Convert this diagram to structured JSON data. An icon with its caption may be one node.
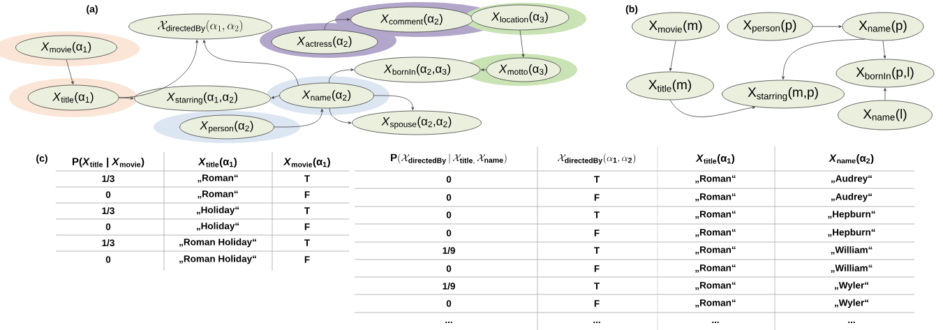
{
  "diagram": {
    "nodes": [
      {
        "text": [
          "*X*$_{movie}$(α$_{1}$)"
        ]
      },
      {
        "text": [
          "*X*$_{title}$(α$_{1}$)"
        ]
      },
      {
        "text": [
          "\\mathcal{X}_{\\mathrm{directedBy}}(\\alpha_{1},\\alpha_{2})"
        ]
      },
      {
        "text": [
          "*X*$_{starring}$(α$_{1}$,α$_{2}$)"
        ]
      },
      {
        "text": [
          "*X*$_{person}$(α$_{2}$)"
        ]
      },
      {
        "text": [
          "*X*$_{actress}$(α$_{2}$)"
        ]
      },
      {
        "text": [
          "*X*$_{comment}$(α$_{2}$)"
        ]
      },
      {
        "text": [
          "*X*$_{location}$(α$_{3}$)"
        ]
      },
      {
        "text": [
          "*X*$_{motto}$(α$_{3}$)"
        ]
      },
      {
        "text": [
          "*X*$_{bornIn}$(α$_{2}$,α$_{3}$)"
        ]
      },
      {
        "text": [
          "*X*$_{name}$(α$_{2}$)"
        ]
      },
      {
        "text": [
          "*X*$_{spouse}$(α$_{2}$,α$_{2}$)"
        ]
      },
      {
        "text": [
          "X$_{movie}$(m)"
        ]
      },
      {
        "text": [
          "X$_{person}$(p)"
        ]
      },
      {
        "text": [
          "X$_{name}$(p)"
        ]
      },
      {
        "text": [
          "X$_{title}$(m)"
        ]
      },
      {
        "text": [
          "X$_{starring}$(m,p)"
        ]
      },
      {
        "text": [
          "X$_{bornIn}$(p,l)"
        ]
      },
      {
        "text": [
          "X$_{name}$(l)"
        ]
      }
    ],
    "edges": [
      {
        "from": 0,
        "to": 1,
        "arrow": "to"
      },
      {
        "from": 1,
        "to": 3,
        "arrow": "to"
      },
      {
        "from": 1,
        "to": 2,
        "arrow": "to"
      },
      {
        "from": 10,
        "to": 2,
        "arrow": "to"
      },
      {
        "from": 10,
        "to": 3,
        "arrow": "to"
      },
      {
        "from": 4,
        "to": 10,
        "arrow": "to"
      },
      {
        "from": 10,
        "to": 9,
        "arrow": "to"
      },
      {
        "from": 10,
        "to": 11,
        "arrow": "to"
      },
      {
        "from": 10,
        "to": 11,
        "arrow": "to"
      },
      {
        "from": 5,
        "to": 6,
        "arrow": "to"
      },
      {
        "from": 7,
        "to": 8,
        "arrow": "to"
      },
      {
        "from": 8,
        "to": 9,
        "arrow": "to"
      },
      {
        "from": 12,
        "to": 15,
        "arrow": "to"
      },
      {
        "from": 15,
        "to": 16,
        "arrow": "to"
      },
      {
        "from": 13,
        "to": 14,
        "arrow": "to"
      },
      {
        "from": 14,
        "to": 16,
        "arrow": "to"
      },
      {
        "from": 14,
        "to": 17,
        "arrow": "to"
      },
      {
        "from": 18,
        "to": 17,
        "arrow": "to"
      }
    ],
    "labels": [
      "(a)",
      "(b)",
      "(c)",
      "P(*X*$_{title}$ | *X*$_{movie}$)",
      "*X*$_{title}$(α$_{1}$)",
      "*X*$_{movie}$(α$_{1}$)",
      "1/3",
      "„Roman“",
      "T",
      "0",
      "„Roman“",
      "F",
      "1/3",
      "„Holiday“",
      "T",
      "0",
      "„Holiday“",
      "F",
      "1/3",
      "„Roman Holiday“",
      "T",
      "0",
      "„Roman Holiday“",
      "F",
      "\\mathbf{P}(\\mathcal{X}_{\\mathbf{directedBy}}\\,|\\,\\mathcal{X}_{\\mathbf{title},}\\,\\mathcal{X}_{\\mathbf{name}})",
      "\\mathcal{X}_{\\mathbf{directedBy}}\\mathbf{(}\\alpha_{\\mathbf{1}}\\mathbf{,}\\,\\alpha_{\\mathbf{2}}\\mathbf{)}",
      "*X*$_{title}$(α$_{1}$)",
      "*X*$_{name}$(α$_{2}$)",
      "0",
      "T",
      "„Roman“",
      "„Audrey“",
      "0",
      "F",
      "„Roman“",
      "„Audrey“",
      "0",
      "T",
      "„Roman“",
      "„Hepburn“",
      "0",
      "F",
      "„Roman“",
      "„Hepburn“",
      "1/9",
      "T",
      "„Roman“",
      "„William“",
      "0",
      "F",
      "„Roman“",
      "„William“",
      "1/9",
      "T",
      "„Roman“",
      "„Wyler“",
      "0",
      "F",
      "„Roman“",
      "„Wyler“",
      "...",
      "...",
      "...",
      "..."
    ]
  }
}
